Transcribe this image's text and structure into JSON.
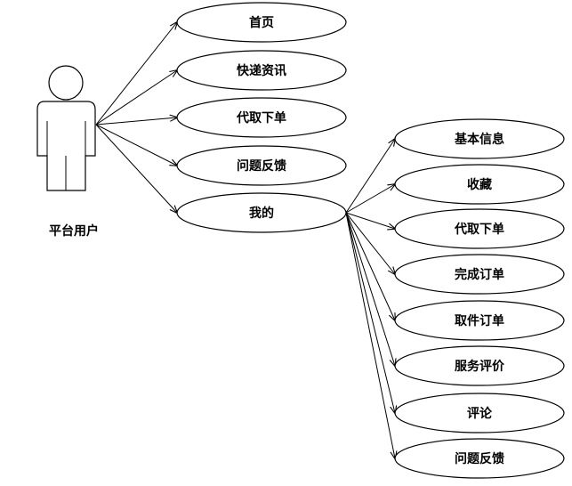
{
  "actor": {
    "label": "平台用户"
  },
  "main_use_cases": [
    {
      "id": "home",
      "label": "首页"
    },
    {
      "id": "express",
      "label": "快递资讯"
    },
    {
      "id": "order",
      "label": "代取下单"
    },
    {
      "id": "feedback",
      "label": "问题反馈"
    },
    {
      "id": "mine",
      "label": "我的"
    }
  ],
  "sub_use_cases": [
    {
      "id": "basic-info",
      "label": "基本信息"
    },
    {
      "id": "favorites",
      "label": "收藏"
    },
    {
      "id": "place-order",
      "label": "代取下单"
    },
    {
      "id": "complete-order",
      "label": "完成订单"
    },
    {
      "id": "pickup-order",
      "label": "取件订单"
    },
    {
      "id": "service-rating",
      "label": "服务评价"
    },
    {
      "id": "comments",
      "label": "评论"
    },
    {
      "id": "issue-feedback",
      "label": "问题反馈"
    }
  ]
}
